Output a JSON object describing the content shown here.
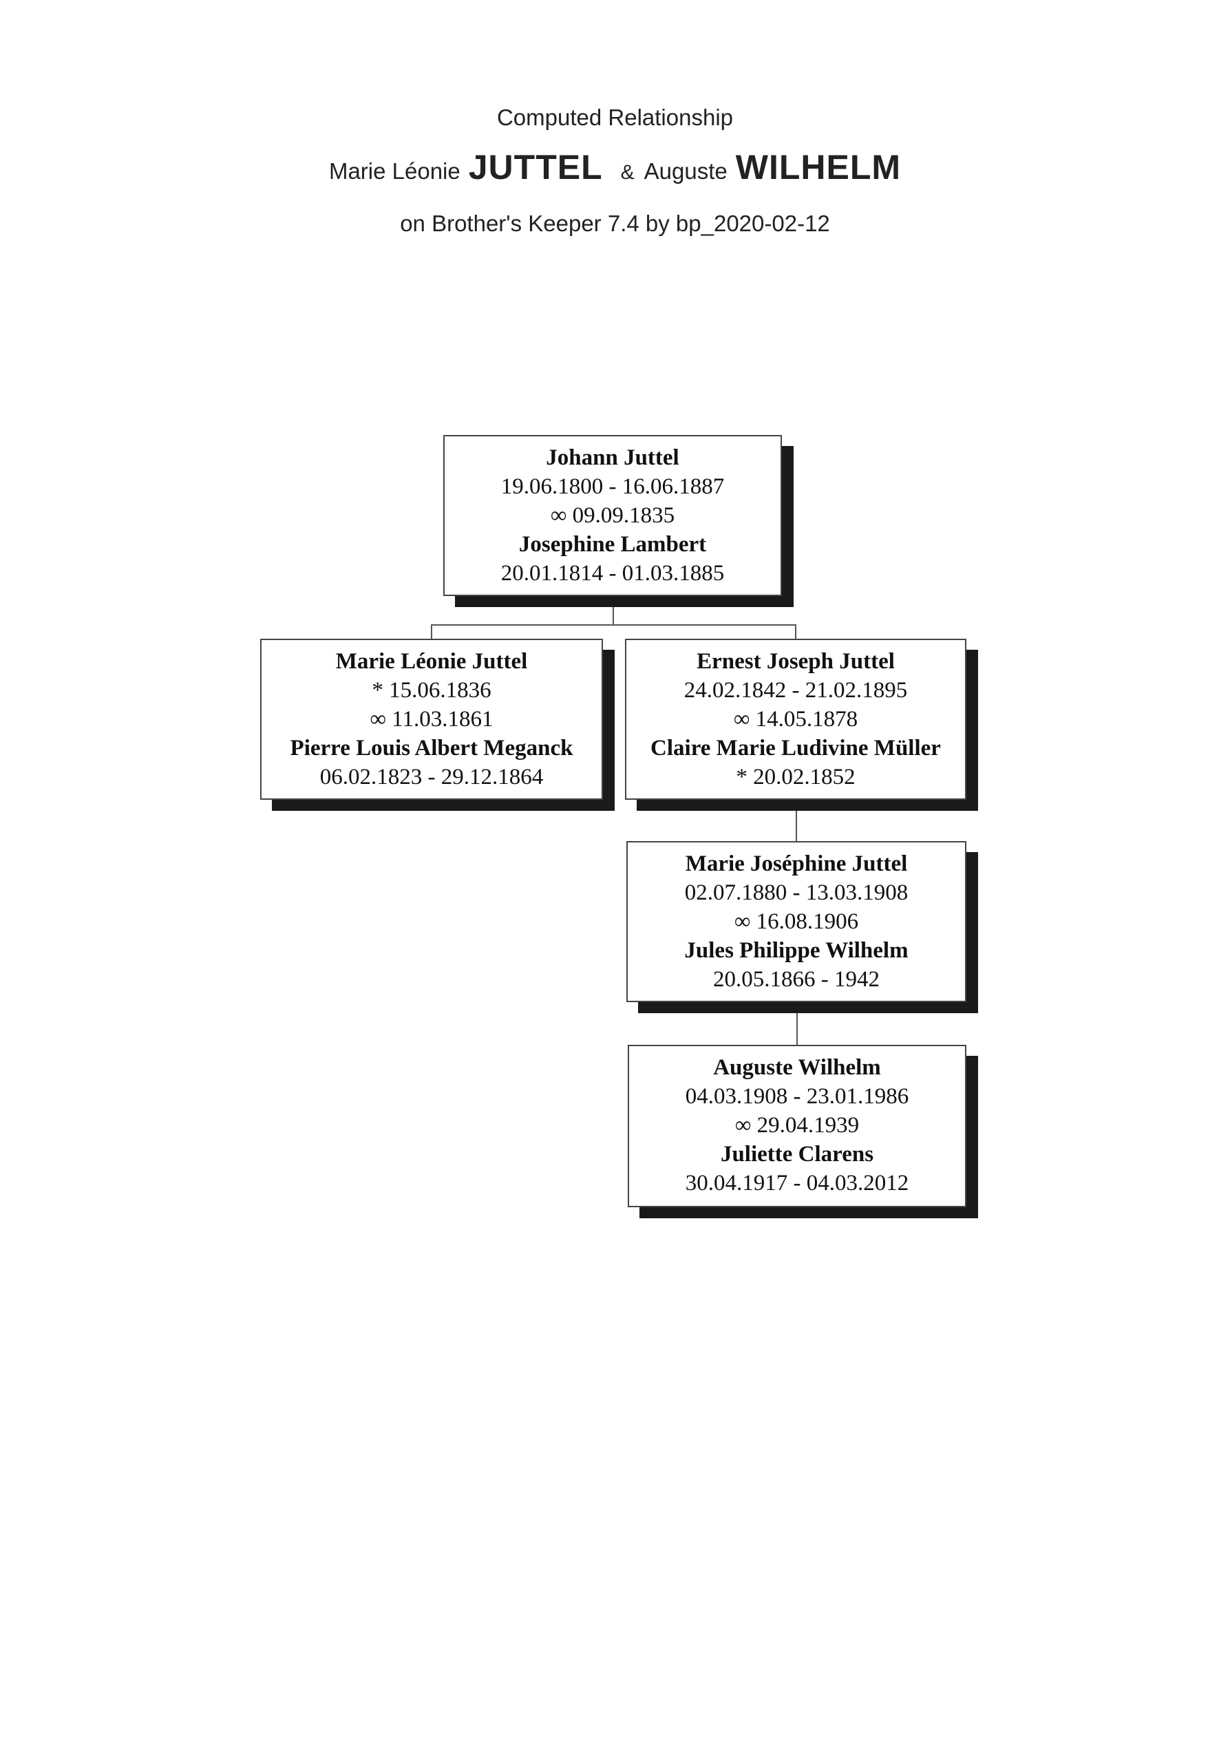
{
  "header": {
    "title": "Computed Relationship",
    "person1_given": "Marie Léonie",
    "person1_surname": "JUTTEL",
    "ampersand": "&",
    "person2_given": "Auguste",
    "person2_surname": "WILHELM",
    "source": "on Brother's Keeper 7.4 by bp_2020-02-12"
  },
  "boxes": {
    "johann": {
      "name": "Johann Juttel",
      "dates": "19.06.1800 - 16.06.1887",
      "marriage": "∞ 09.09.1835",
      "spouse": "Josephine Lambert",
      "spouse_dates": "20.01.1814 - 01.03.1885"
    },
    "marie_leonie": {
      "name": "Marie Léonie Juttel",
      "dates": "* 15.06.1836",
      "marriage": "∞ 11.03.1861",
      "spouse": "Pierre Louis Albert Meganck",
      "spouse_dates": "06.02.1823 - 29.12.1864"
    },
    "ernest": {
      "name": "Ernest Joseph Juttel",
      "dates": "24.02.1842 - 21.02.1895",
      "marriage": "∞ 14.05.1878",
      "spouse": "Claire Marie Ludivine Müller",
      "spouse_dates": "* 20.02.1852"
    },
    "marie_josephine": {
      "name": "Marie Joséphine Juttel",
      "dates": "02.07.1880 - 13.03.1908",
      "marriage": "∞ 16.08.1906",
      "spouse": "Jules Philippe Wilhelm",
      "spouse_dates": "20.05.1866 - 1942"
    },
    "auguste": {
      "name": "Auguste Wilhelm",
      "dates": "04.03.1908 - 23.01.1986",
      "marriage": "∞ 29.04.1939",
      "spouse": "Juliette Clarens",
      "spouse_dates": "30.04.1917 - 04.03.2012"
    }
  }
}
